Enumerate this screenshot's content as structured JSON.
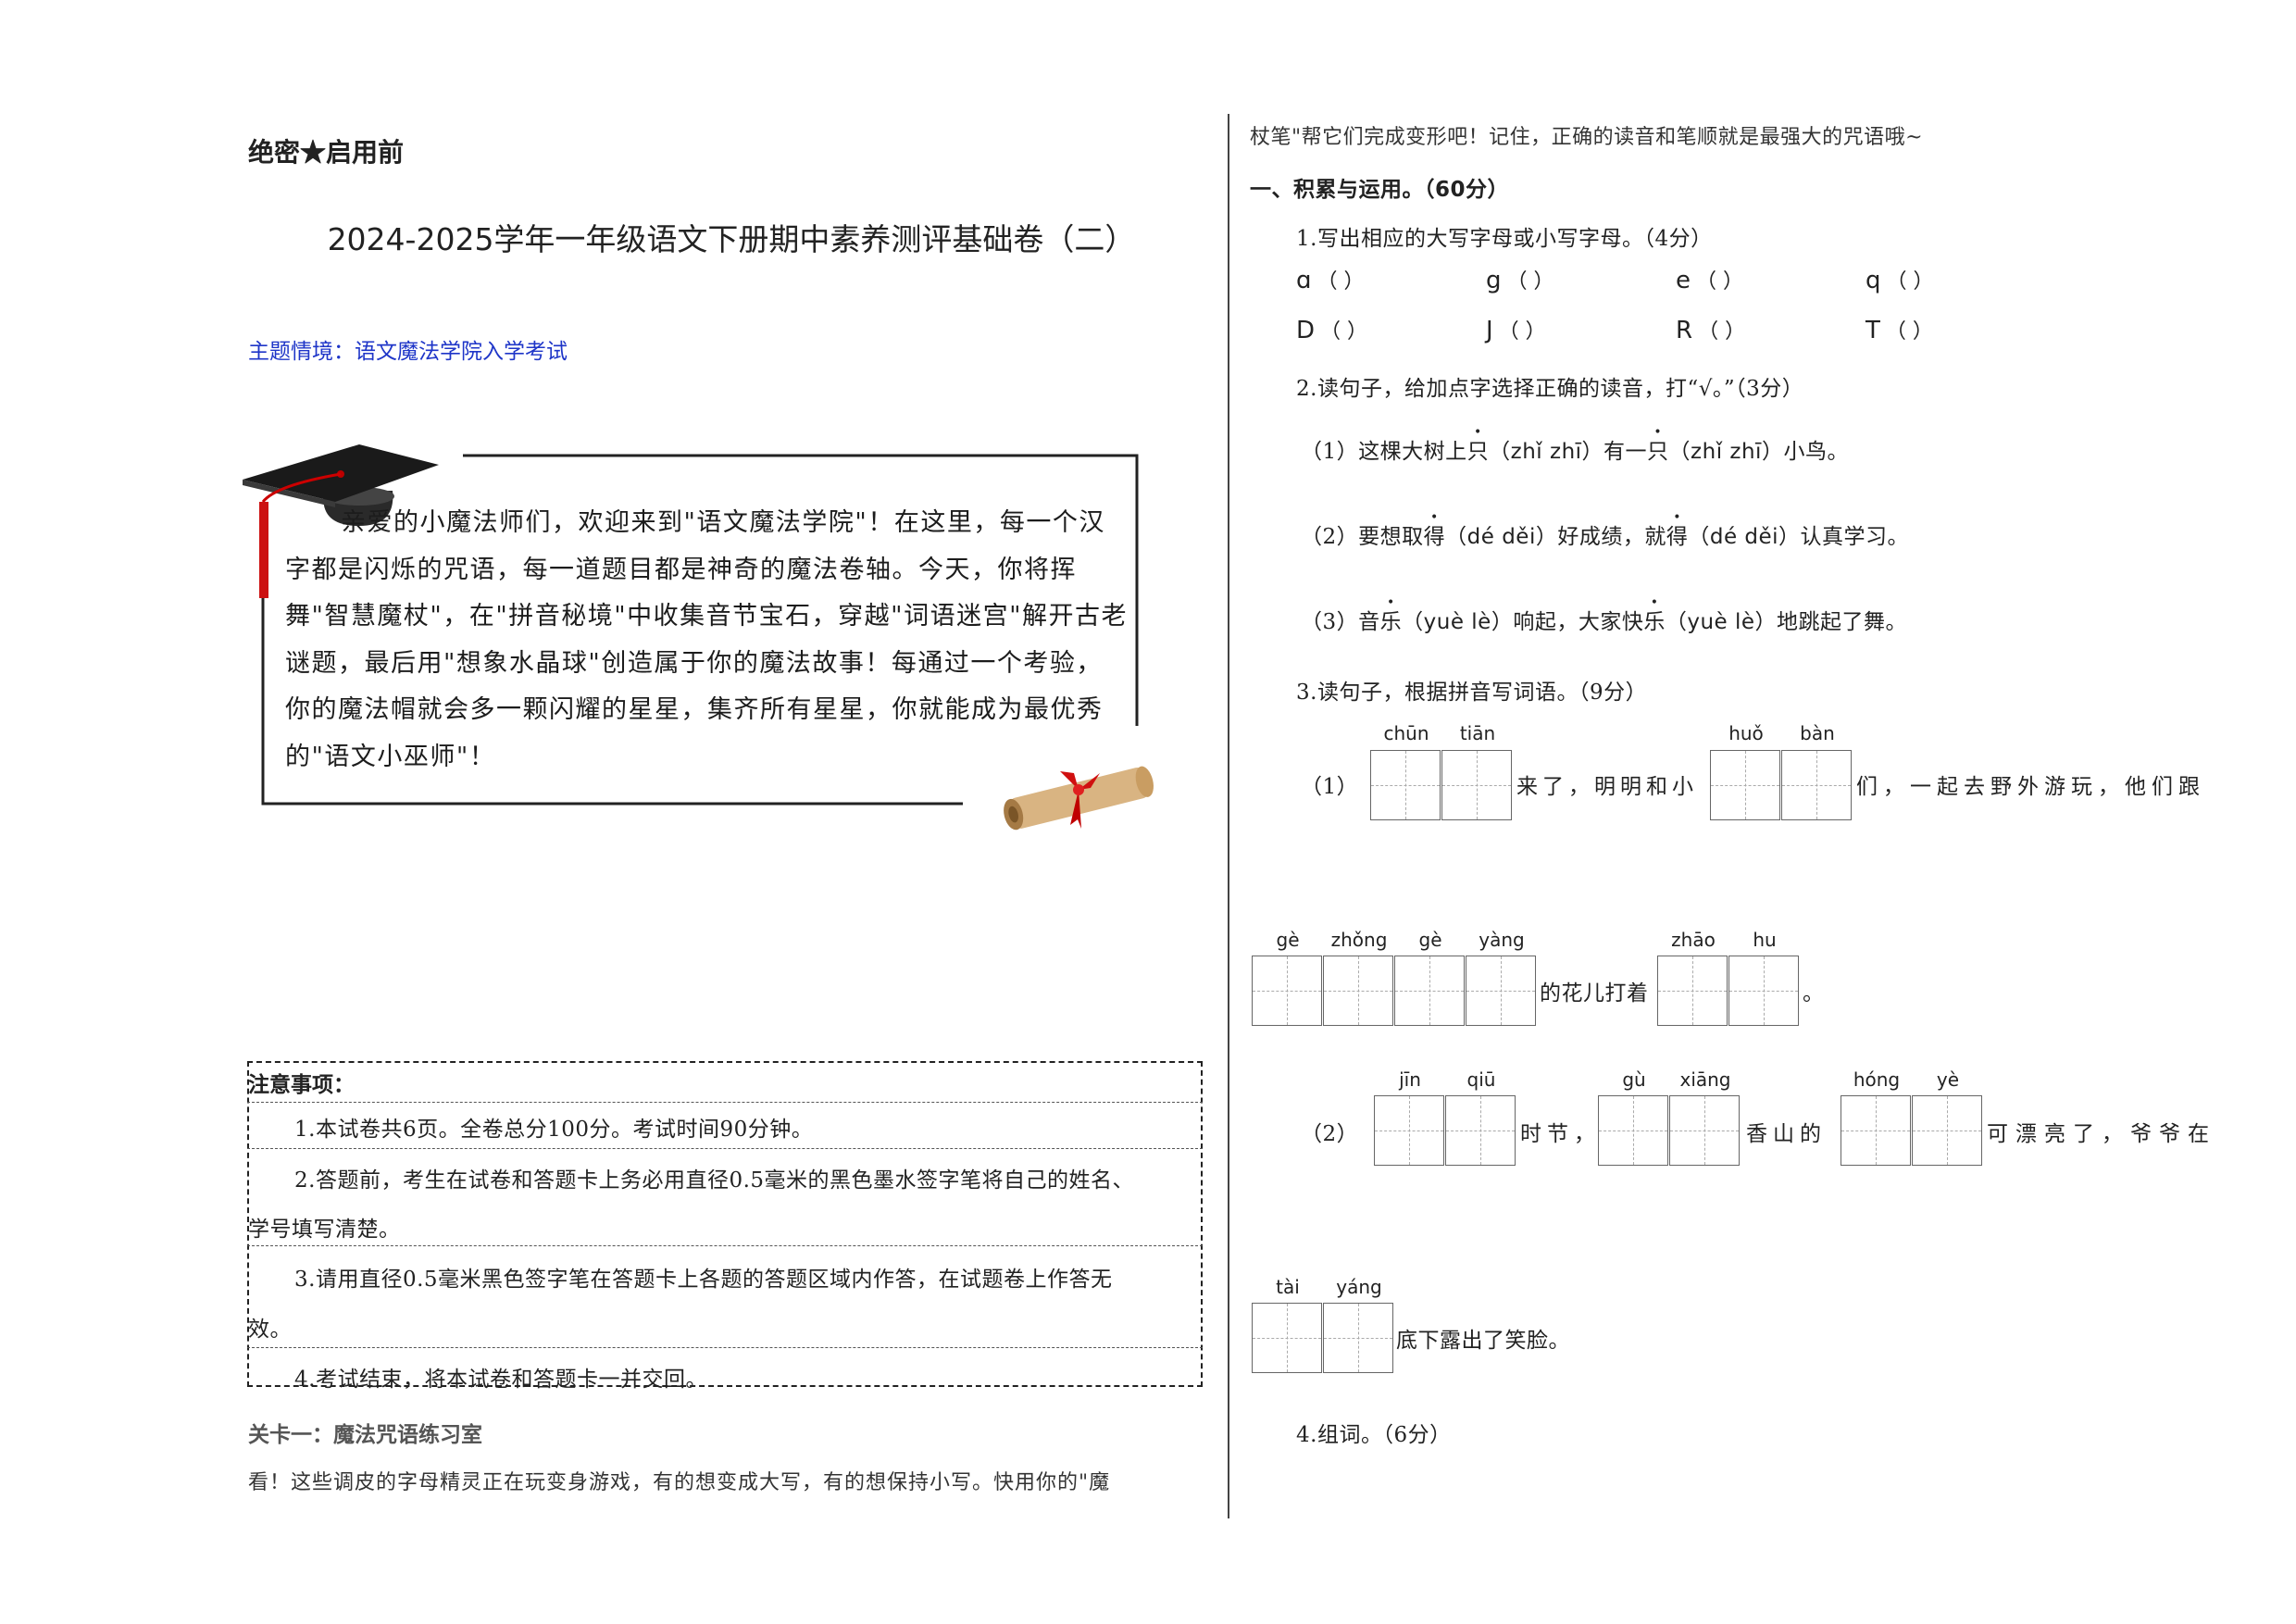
{
  "header": {
    "secret": "绝密★启用前",
    "title": "2024-2025学年一年级语文下册期中素养测评基础卷（二）",
    "theme": "主题情境：语文魔法学院入学考试"
  },
  "intro": {
    "text": "亲爱的小魔法师们，欢迎来到\"语文魔法学院\"！在这里，每一个汉字都是闪烁的咒语，每一道题目都是神奇的魔法卷轴。今天，你将挥舞\"智慧魔杖\"，在\"拼音秘境\"中收集音节宝石，穿越\"词语迷宫\"解开古老谜题，最后用\"想象水晶球\"创造属于你的魔法故事！每通过一个考验，你的魔法帽就会多一颗闪耀的星星，集齐所有星星，你就能成为最优秀的\"语文小巫师\"！"
  },
  "notice": {
    "title": "注意事项：",
    "items": [
      "1.本试卷共6页。全卷总分100分。考试时间90分钟。",
      "2.答题前，考生在试卷和答题卡上务必用直径0.5毫米的黑色墨水签字笔将自己的姓名、",
      "学号填写清楚。",
      "3.请用直径0.5毫米黑色签字笔在答题卡上各题的答题区域内作答，在试题卷上作答无",
      "效。",
      "4.考试结束，将本试卷和答题卡一并交回。"
    ]
  },
  "level1": {
    "title": "关卡一：魔法咒语练习室",
    "text": "看！这些调皮的字母精灵正在玩变身游戏，有的想变成大写，有的想保持小写。快用你的\"魔"
  },
  "right": {
    "continuation": "杖笔\"帮它们完成变形吧！记住，正确的读音和笔顺就是最强大的咒语哦~",
    "section1": "一、积累与运用。（60分）",
    "q1": {
      "title": "1.写出相应的大写字母或小写字母。（4分）",
      "row1": [
        "ɑ",
        "g",
        "e",
        "q"
      ],
      "row2": [
        "D",
        "J",
        "R",
        "T"
      ],
      "paren": "（      ）"
    },
    "q2": {
      "title": "2.读句子，给加点字选择正确的读音，打“√。”（3分）",
      "s1": {
        "a": "（1）这棵大树上",
        "c1": "只",
        "p1": "（zhǐ   zhī）",
        "b": "有一",
        "c2": "只",
        "p2": "（zhǐ   zhī）",
        "e": "小鸟。"
      },
      "s2": {
        "a": "（2）要想取",
        "c1": "得",
        "p1": "（dé   děi）",
        "b": "好成绩，就",
        "c2": "得",
        "p2": "（dé   děi）",
        "e": "认真学习。"
      },
      "s3": {
        "a": "（3）音",
        "c1": "乐",
        "p1": "（yuè   lè）",
        "b": "响起，大家快",
        "c2": "乐",
        "p2": "（yuè   lè）",
        "e": "地跳起了舞。"
      }
    },
    "q3": {
      "title": "3.读句子，根据拼音写词语。（9分）",
      "l1": {
        "num": "（1）",
        "py1": [
          "chūn",
          "tiān"
        ],
        "t1": "来了，明明和小",
        "py2": [
          "huǒ",
          "bàn"
        ],
        "t2": "们，一起去野外游玩，他们跟"
      },
      "l2": {
        "py1": [
          "gè",
          "zhǒng",
          "gè",
          "yàng"
        ],
        "t1": "的花儿打着",
        "py2": [
          "zhāo",
          "hu"
        ],
        "t2": "。"
      },
      "l3": {
        "num": "（2）",
        "py1": [
          "jīn",
          "qiū"
        ],
        "t1": "时节，",
        "py2": [
          "gù",
          "xiāng"
        ],
        "t2": "香山的",
        "py3": [
          "hóng",
          "yè"
        ],
        "t3": "可漂亮了，爷爷在"
      },
      "l4": {
        "py1": [
          "tài",
          "yáng"
        ],
        "t1": "底下露出了笑脸。"
      }
    },
    "q4": {
      "title": "4.组词。（6分）"
    }
  }
}
